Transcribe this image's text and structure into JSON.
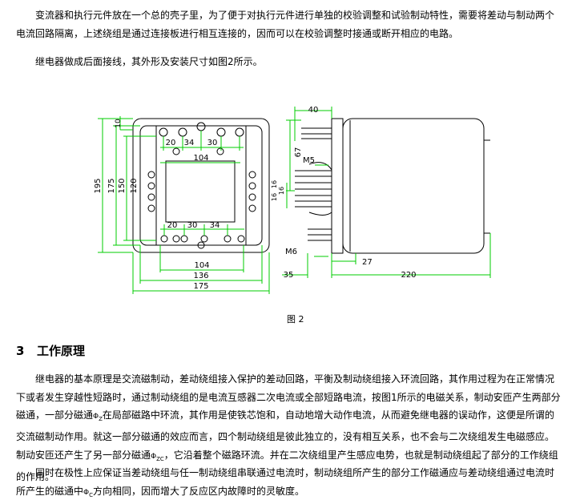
{
  "paragraphs": {
    "p1": "变流器和执行元件放在一个总的壳子里，为了便于对执行元件进行单独的校验调整和试验制动特性，需要将差动与制动两个电流回路隔离，上述绕组是通过连接板进行相互连接的，因而可以在校验调整时接通或断开相应的电路。",
    "p2": "继电器做成后面接线，其外形及安装尺寸如图2所示。",
    "p3_a": "继电器的基本原理是交流磁制动，差动绕组接入保护的差动回路，平衡及制动绕组接入环流回路，其作用过程为在正常情况下或者发生穿越性短路时，通过制动绕组的是电流互感器二次电流或全部短路电流，按图1所示的电磁关系，制动安匝产生两部分磁通，一部分磁通",
    "p3_phi1": "Φ",
    "p3_sub1": "Z",
    "p3_b": "在局部磁路中环流，其作用是使铁芯饱和，自动地增大动作电流，从而避免继电器的误动作，这便是所谓的交流磁制动作用。就这一部分磁通的效应而言，四个制动绕组是彼此独立的，没有相互关系，也不会与二次绕组发生电磁感应。制动安匝还产生了另一部分磁通",
    "p3_phi2": "Φ",
    "p3_sub2": "ZC",
    "p3_c": "，它沿着整个磁路环流。并在二次绕组里产生感应电势，也就是制动绕组起了部分的工作绕组的作用。",
    "p4_a": "同时在极性上应保证当差动绕组与任一制动绕组串联通过电流时，制动绕组所产生的部分工作磁通应与差动绕组通过电流时所产生的磁通中",
    "p4_phi": "Φ",
    "p4_sub": "C",
    "p4_b": "方向相同，因而增大了反应区内故障时的灵敏度。"
  },
  "section": {
    "number": "3",
    "title": "工作原理"
  },
  "figure": {
    "caption": "图 2",
    "front": {
      "dim_top_row": [
        "20",
        "34",
        "30"
      ],
      "dim_bottom_row": [
        "20",
        "30",
        "34"
      ],
      "dim_104_top": "104",
      "dim_104_bottom": "104",
      "dim_136": "136",
      "dim_175": "175",
      "dim_195": "195",
      "dim_175_v": "175",
      "dim_150": "150",
      "dim_120": "120",
      "dim_10": "10",
      "dim_67": "67"
    },
    "side": {
      "dim_40": "40",
      "m5": "M5",
      "m6": "M6",
      "dim_16": "16",
      "dim_35": "35",
      "dim_27": "27",
      "dim_220": "220"
    }
  },
  "colors": {
    "dimension": "#00cc00",
    "drawing": "#000000"
  }
}
